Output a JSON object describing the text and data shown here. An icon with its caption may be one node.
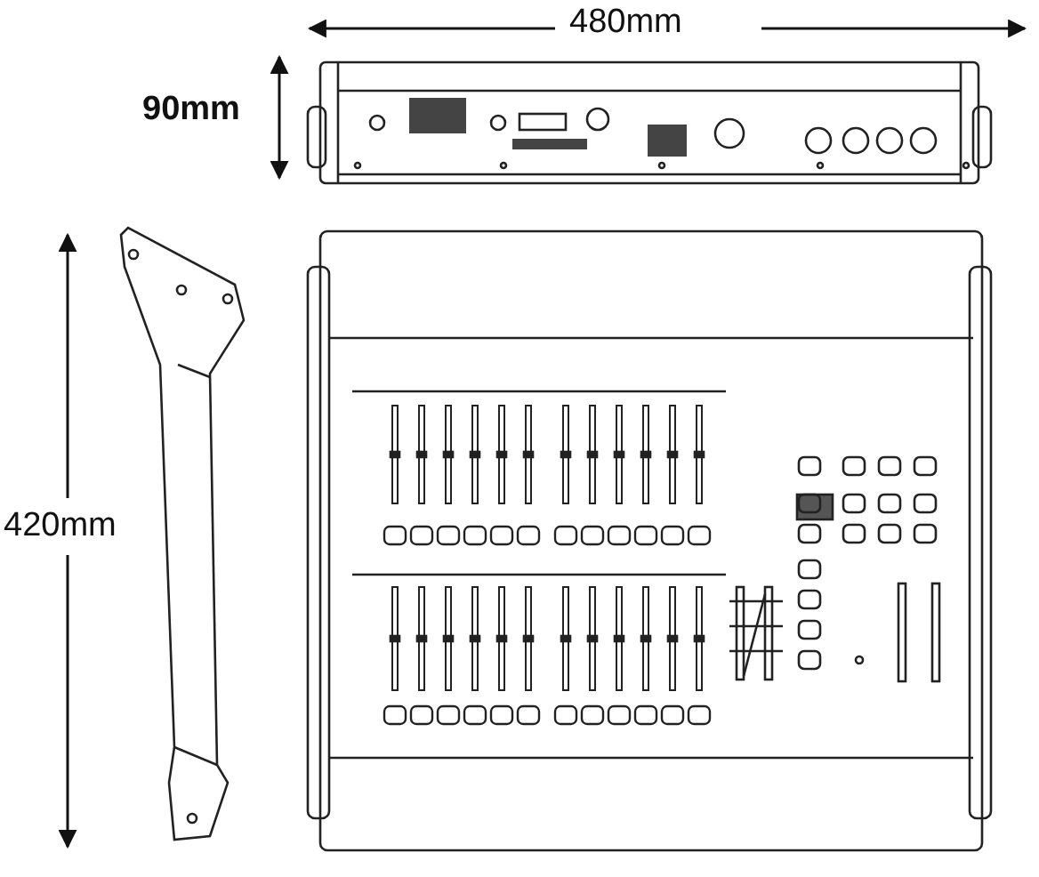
{
  "diagram": {
    "labels": [
      "480mm",
      "90mm",
      "420mm"
    ]
  }
}
